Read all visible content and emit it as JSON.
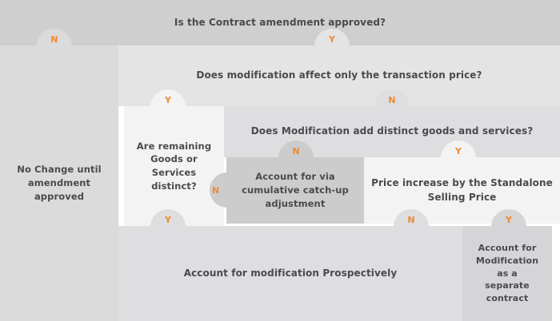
{
  "diagram": {
    "title_text": "Is the Contract amendment approved?",
    "accent_color": "#ef8a33",
    "text_color": "#4a4a4d",
    "nodes": {
      "top_question": "Is the Contract amendment approved?",
      "no_change": "No Change until\namendment\napproved",
      "transaction_price_question": "Does modification affect only the transaction price?",
      "remaining_distinct_question": "Are remaining\nGoods or\nServices\ndistinct?",
      "add_goods_question": "Does Modification add distinct goods and services?",
      "cumulative_catchup": "Account for via\ncumulative catch-up\nadjustment",
      "standalone_price": "Price increase by the Standalone\nSelling Price",
      "prospective": "Account for modification Prospectively",
      "separate_contract": "Account for\nModification as a\nseparate\ncontract"
    },
    "connectors": {
      "n1": "N",
      "y1": "Y",
      "y2": "Y",
      "n2": "N",
      "n3": "N",
      "y3": "Y",
      "n_left": "N",
      "y4": "Y",
      "n4": "N",
      "y5": "Y"
    }
  }
}
